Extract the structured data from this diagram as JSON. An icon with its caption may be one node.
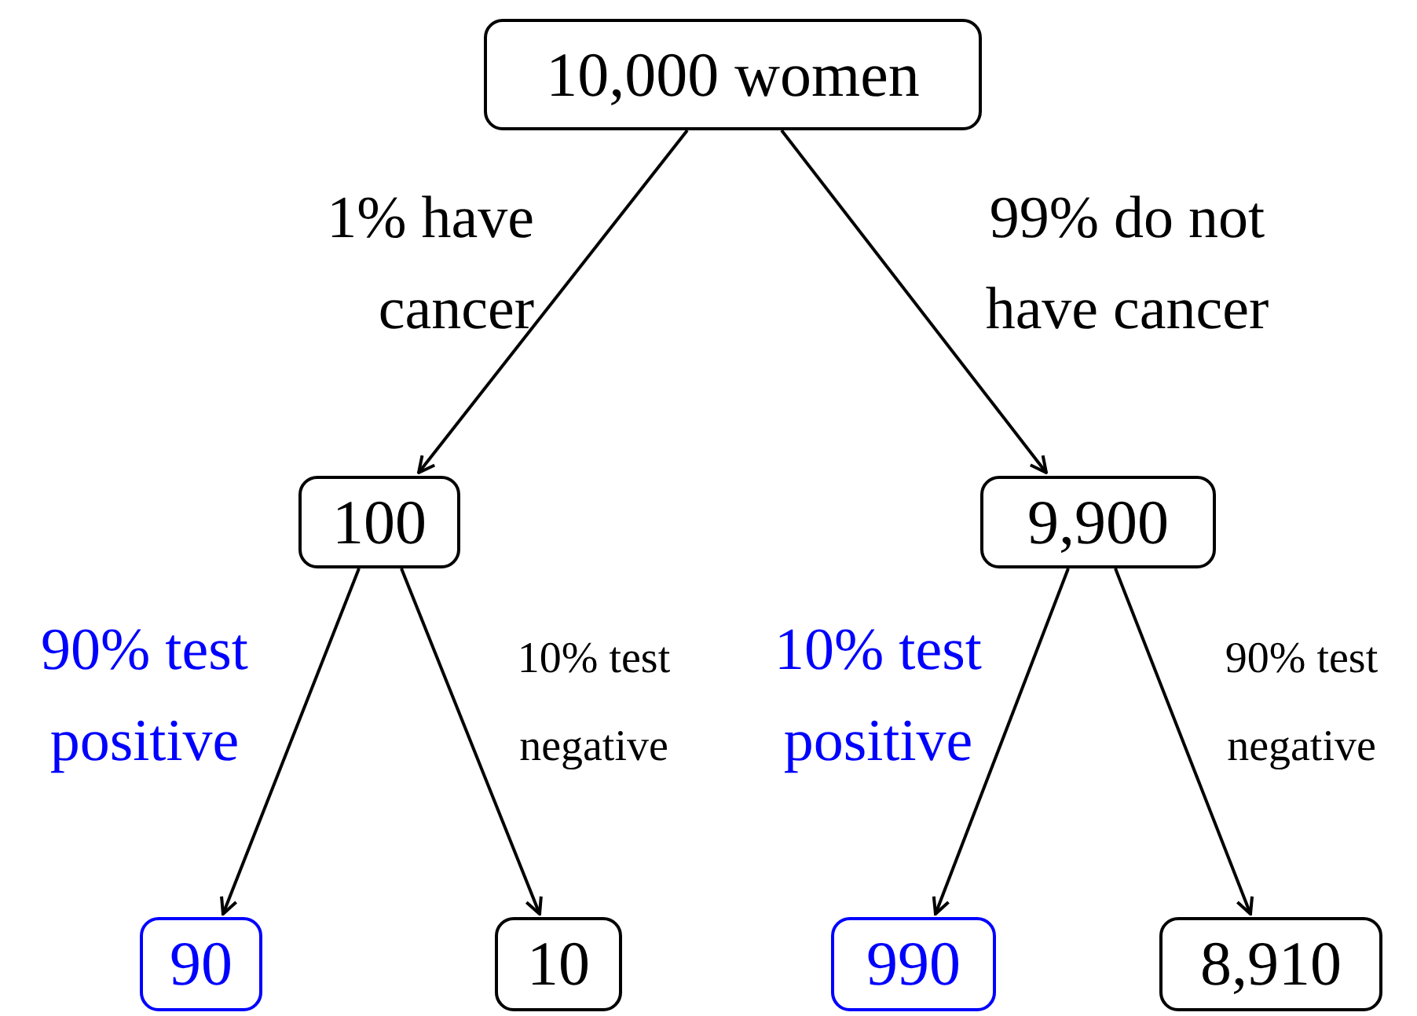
{
  "diagram": {
    "nodes": [
      {
        "text": [
          "10,000 women"
        ]
      },
      {
        "text": [
          "100"
        ]
      },
      {
        "text": [
          "9,900"
        ]
      },
      {
        "text": [
          "90"
        ]
      },
      {
        "text": [
          "10"
        ]
      },
      {
        "text": [
          "990"
        ]
      },
      {
        "text": [
          "8,910"
        ]
      }
    ],
    "edges": [
      {
        "from": 0,
        "to": 1,
        "arrow": "to",
        "label": "1% have cancer"
      },
      {
        "from": 0,
        "to": 2,
        "arrow": "to",
        "label": "99% do not have cancer"
      },
      {
        "from": 1,
        "to": 3,
        "arrow": "to",
        "label": "90% test positive"
      },
      {
        "from": 1,
        "to": 4,
        "arrow": "to",
        "label": "10% test negative"
      },
      {
        "from": 2,
        "to": 5,
        "arrow": "to",
        "label": "10% test positive"
      },
      {
        "from": 2,
        "to": 6,
        "arrow": "to",
        "label": "90% test negative"
      }
    ]
  }
}
